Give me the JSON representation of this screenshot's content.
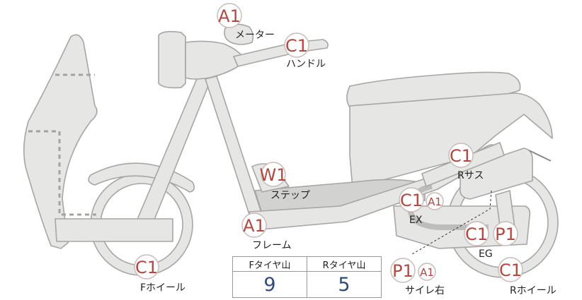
{
  "parts": {
    "meter": "メーター",
    "handle": "ハンドル",
    "step": "ステップ",
    "frame": "フレーム",
    "r_suspension": "Rサス",
    "ex": "EX",
    "eg": "EG",
    "f_wheel": "Fホイール",
    "r_wheel": "Rホイール",
    "silencer": "サイレ右"
  },
  "badges": {
    "meter": "A1",
    "handle": "C1",
    "step": "W1",
    "frame": "A1",
    "r_suspension": "C1",
    "ex_main": "C1",
    "ex_sub": "A1",
    "eg_c": "C1",
    "eg_p": "P1",
    "f_wheel": "C1",
    "r_wheel": "C1",
    "silencer_main": "P1",
    "silencer_sub": "A1"
  },
  "tire_table": {
    "headers": [
      "Fタイヤ山",
      "Rタイヤ山"
    ],
    "values": [
      "9",
      "5"
    ]
  },
  "colors": {
    "badge_text": "#b5473f",
    "value_text": "#2f4c7a",
    "part_fill": "#e6e6e4"
  }
}
